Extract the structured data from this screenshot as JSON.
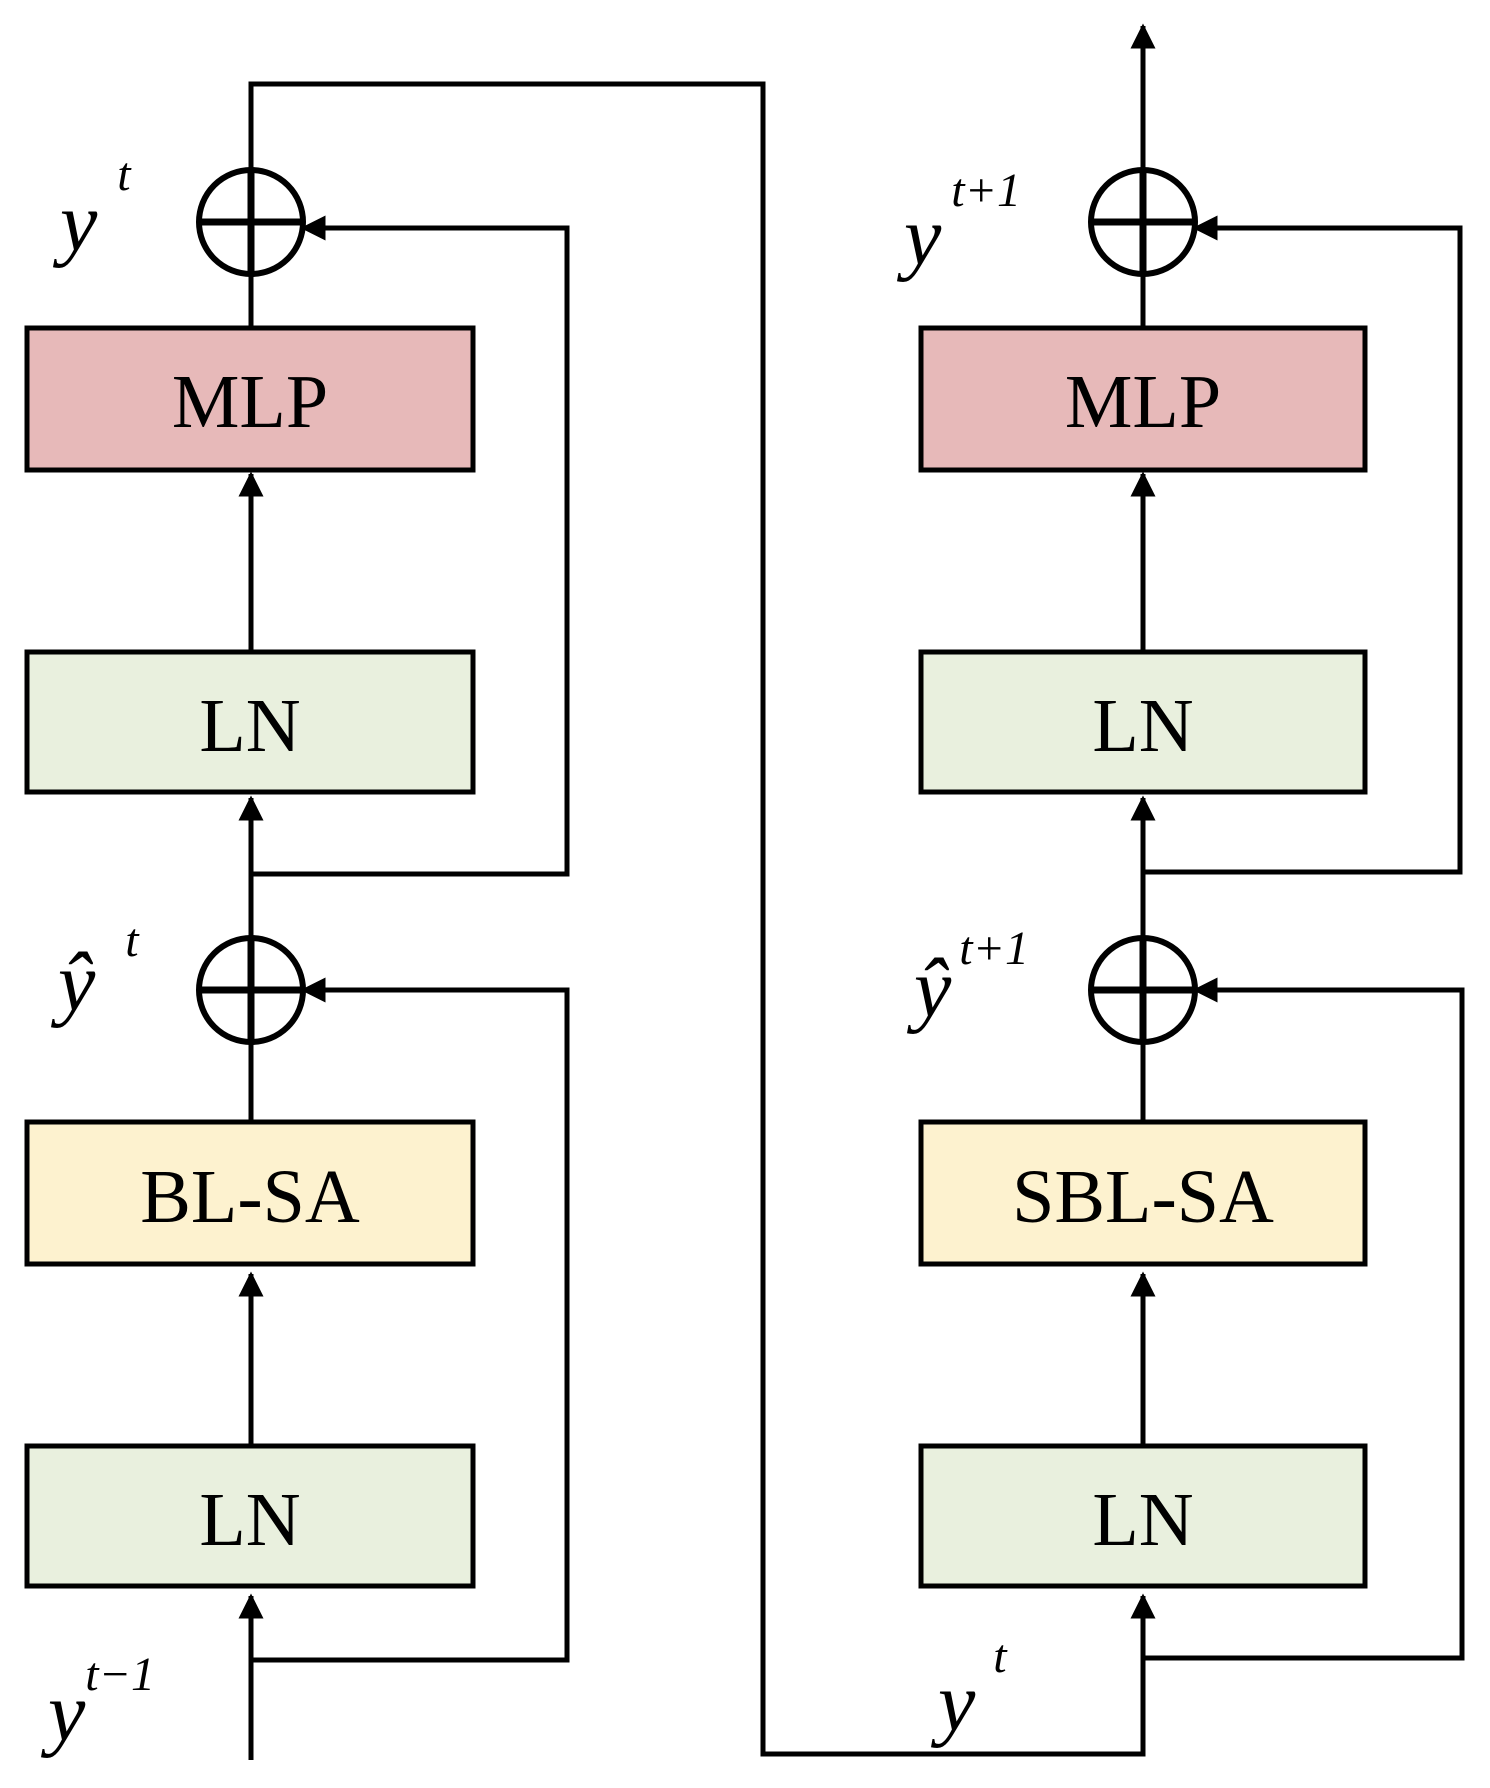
{
  "colors": {
    "mlp_fill": "#e7b9b9",
    "ln_fill": "#e9f0de",
    "sa_fill": "#fdf2cf",
    "stroke": "#000000"
  },
  "left_block": {
    "mlp_label": "MLP",
    "ln_top_label": "LN",
    "sa_label": "BL-SA",
    "ln_bottom_label": "LN"
  },
  "right_block": {
    "mlp_label": "MLP",
    "ln_top_label": "LN",
    "sa_label": "SBL-SA",
    "ln_bottom_label": "LN"
  },
  "variables": {
    "left_input": {
      "base": "y",
      "sup": "t−1"
    },
    "left_hat": {
      "base": "ŷ",
      "sup": "t"
    },
    "left_output": {
      "base": "y",
      "sup": "t"
    },
    "right_input": {
      "base": "y",
      "sup": "t"
    },
    "right_hat": {
      "base": "ŷ",
      "sup": "t+1"
    },
    "right_output": {
      "base": "y",
      "sup": "t+1"
    }
  }
}
